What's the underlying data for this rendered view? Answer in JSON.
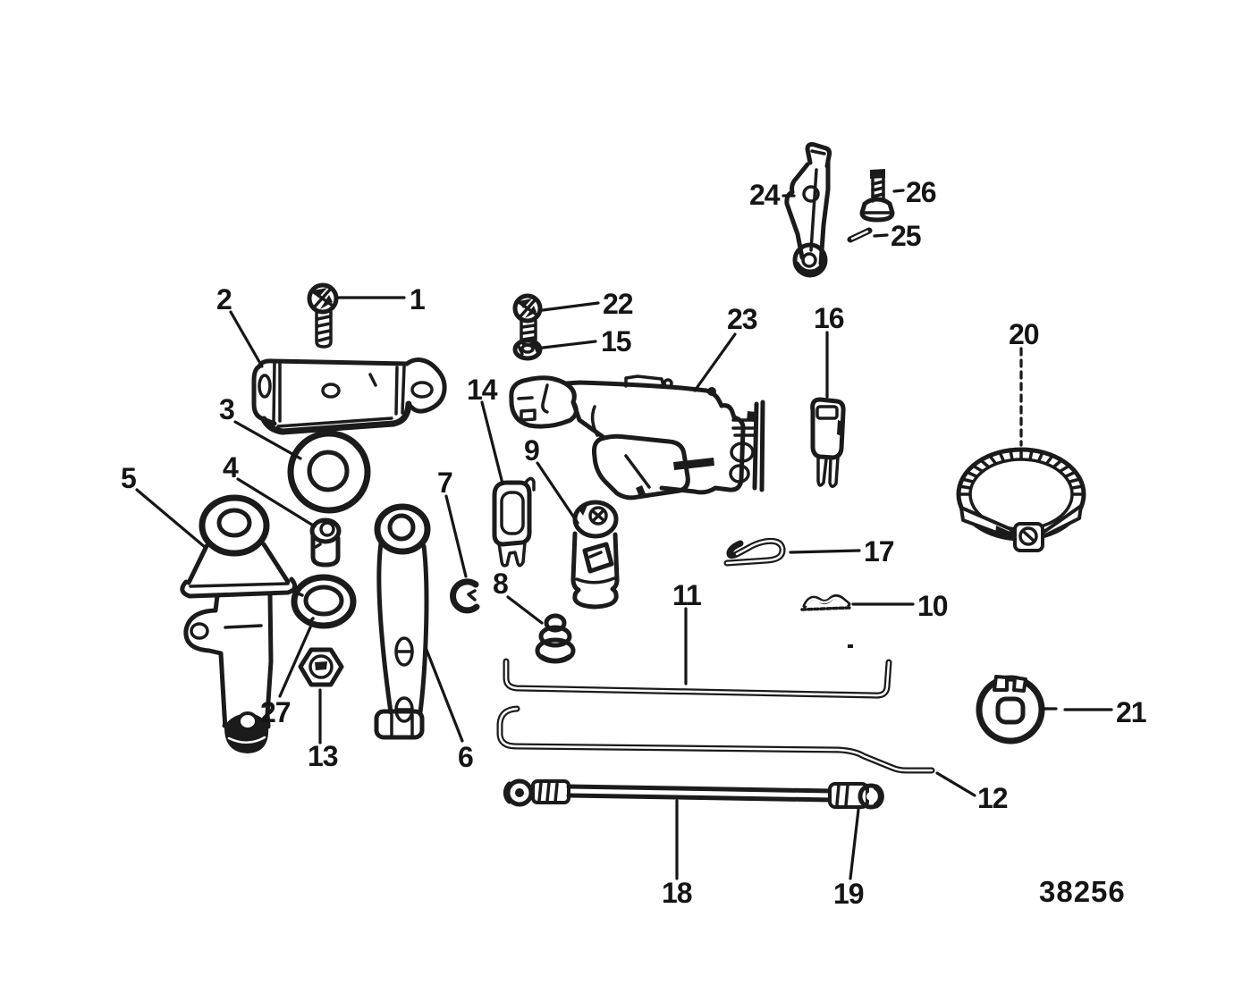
{
  "figure": {
    "drawing_number": "38256",
    "callouts": [
      "1",
      "2",
      "3",
      "4",
      "5",
      "6",
      "7",
      "8",
      "9",
      "10",
      "11",
      "12",
      "13",
      "14",
      "15",
      "16",
      "17",
      "18",
      "19",
      "20",
      "21",
      "22",
      "23",
      "24",
      "25",
      "26",
      "27"
    ]
  }
}
